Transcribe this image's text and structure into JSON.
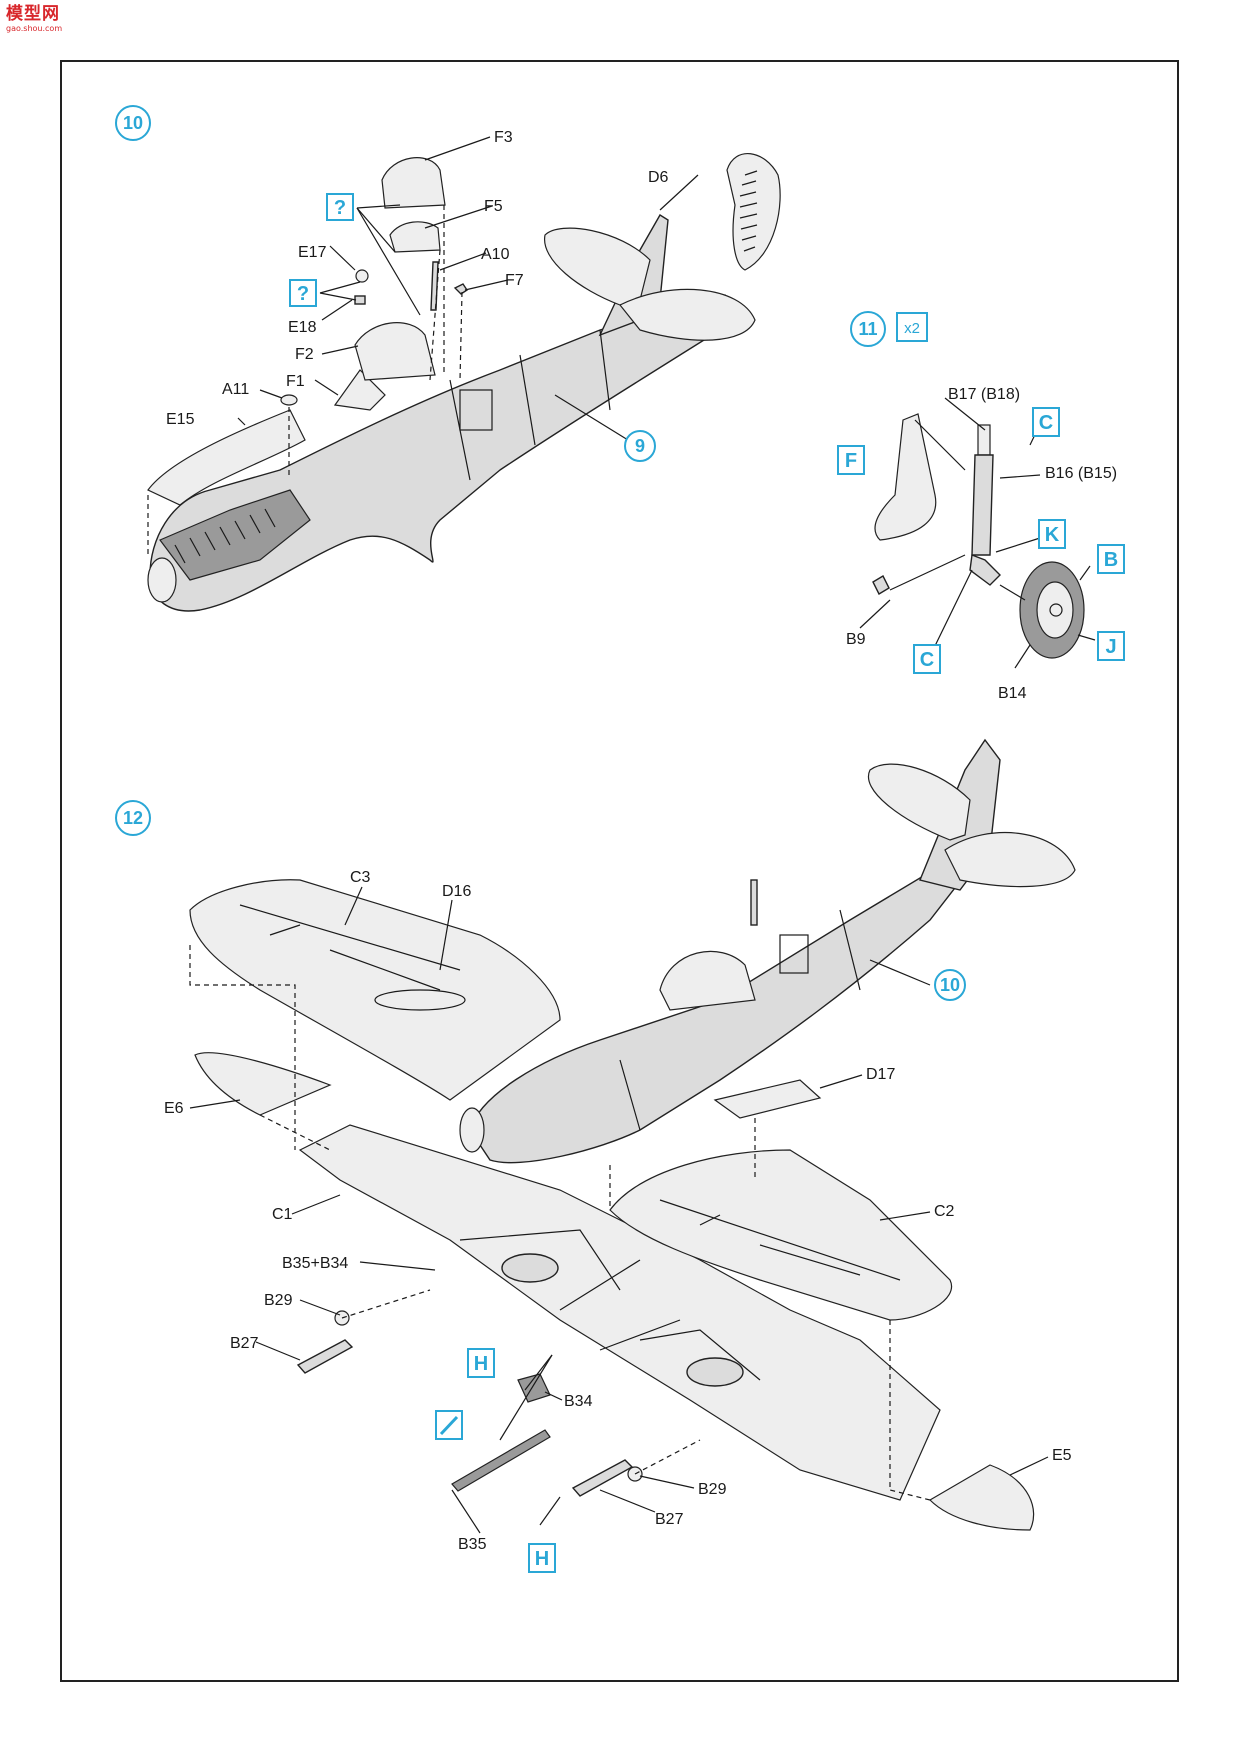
{
  "logo": {
    "main": "模型网",
    "sub": "gao.shou.com"
  },
  "colors": {
    "accent": "#2aa7d6",
    "ink": "#1a1a1a",
    "logo": "#d8262b"
  },
  "step10": {
    "step_number": "10",
    "labels": {
      "F3": "F3",
      "D6": "D6",
      "F5": "F5",
      "E17": "E17",
      "A10": "A10",
      "F7": "F7",
      "E18": "E18",
      "F2": "F2",
      "F1": "F1",
      "A11": "A11",
      "E15": "E15"
    },
    "option_mark_1": "?",
    "option_mark_2": "?",
    "ref_step": "9"
  },
  "step11": {
    "step_number": "11",
    "multiplier": "x2",
    "labels": {
      "B17": "B17 (B18)",
      "B16": "B16 (B15)",
      "B9": "B9",
      "B14": "B14"
    },
    "letters": {
      "C1": "C",
      "F": "F",
      "K": "K",
      "B": "B",
      "J": "J",
      "C2": "C"
    }
  },
  "step12": {
    "step_number": "12",
    "labels": {
      "C3": "C3",
      "D16": "D16",
      "E6": "E6",
      "D17": "D17",
      "C1": "C1",
      "C2": "C2",
      "B35B34": "B35+B34",
      "B29a": "B29",
      "B27a": "B27",
      "B34": "B34",
      "B35": "B35",
      "B29b": "B29",
      "B27b": "B27",
      "E5": "E5"
    },
    "letters": {
      "H1": "H",
      "H2": "H"
    },
    "ref_step": "10"
  }
}
